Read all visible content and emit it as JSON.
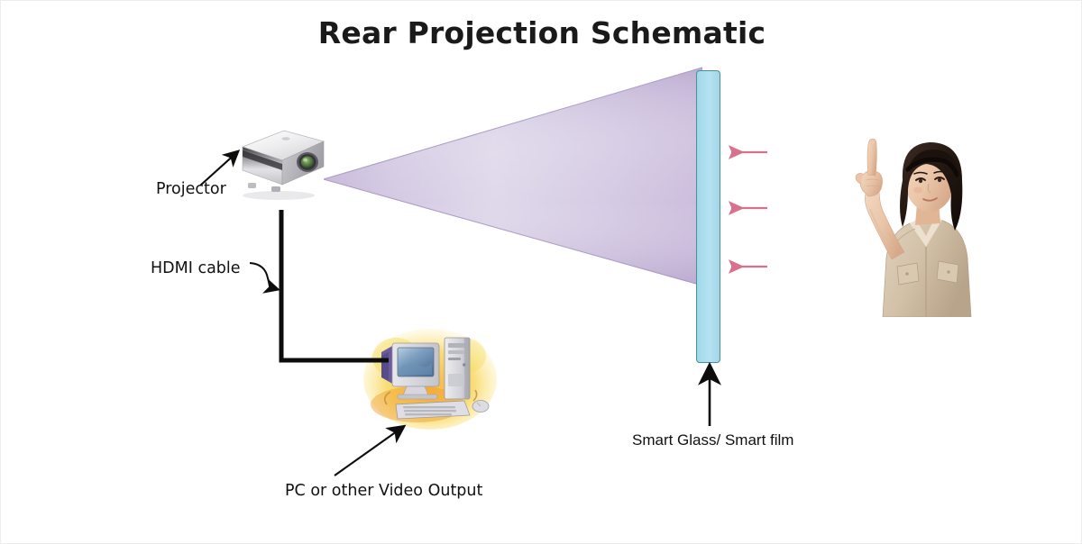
{
  "diagram": {
    "title": "Rear Projection Schematic",
    "background_color": "#ffffff",
    "border_color": "#ededed"
  },
  "labels": {
    "projector": "Projector",
    "hdmi_cable": "HDMI cable",
    "pc": "PC or other Video Output",
    "smart_glass": "Smart Glass/ Smart film"
  },
  "components": {
    "projector": {
      "name": "projector-device",
      "body_color": "#e9e9ea",
      "lens_color": "#5e7a4e"
    },
    "beam": {
      "name": "projection-beam",
      "color_light": "#d8cfe6",
      "color_mid": "#cdc2dd",
      "color_edge": "#b6a7cc",
      "shape": "triangle"
    },
    "smart_glass": {
      "name": "smart-glass-panel",
      "fill_color": "#abdced",
      "border_color": "#4a8f9c"
    },
    "light_arrows": {
      "name": "transmitted-light-arrows",
      "color": "#d9718c",
      "count": 3,
      "direction": "left"
    },
    "cable": {
      "name": "hdmi-cable-line",
      "color": "#000000"
    },
    "pc": {
      "name": "desktop-computer",
      "monitor_color": "#8fa8c8",
      "tower_color": "#d8d8dc",
      "splash_color": "#f2c23c"
    },
    "viewer": {
      "name": "person-pointing",
      "shirt_color": "#d4c3ae",
      "hair_color": "#2b1d18",
      "gesture": "index-finger-pointing-up"
    }
  },
  "annotations": {
    "projector_pointer": "arrow pointing up-right to projector",
    "hdmi_pointer": "curved arrow pointing right to cable",
    "pc_pointer": "arrow pointing up-right to computer",
    "glass_pointer": "arrow pointing up to smart glass panel"
  }
}
